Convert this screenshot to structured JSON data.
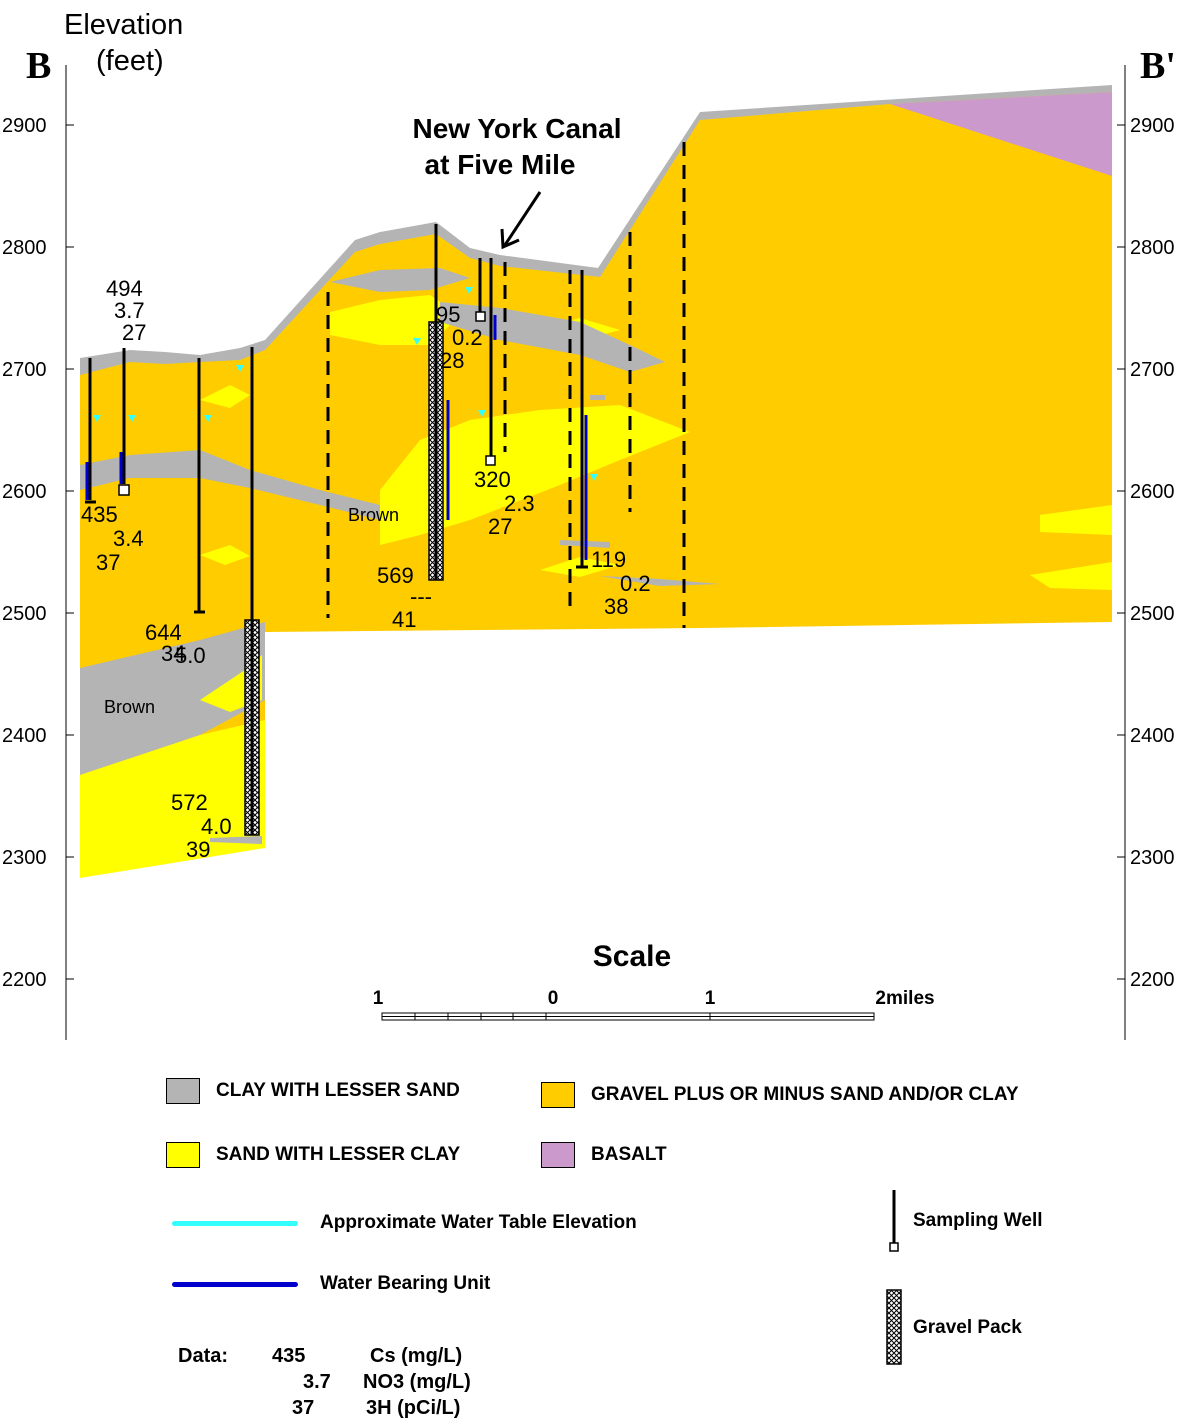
{
  "header": {
    "left_label": "B",
    "right_label": "B'",
    "axis_title_line1": "Elevation",
    "axis_title_line2": "(feet)"
  },
  "axis": {
    "ticks": [
      "2900",
      "2800",
      "2700",
      "2600",
      "2500",
      "2400",
      "2300",
      "2200"
    ]
  },
  "canal_label": {
    "line1": "New York Canal",
    "line2": "at Five Mile"
  },
  "unit_labels": [
    "Brown",
    "Brown"
  ],
  "wells": [
    {
      "cs": "494",
      "no3": "3.7",
      "h3": "27"
    },
    {
      "cs": "435",
      "no3": "3.4",
      "h3": "37"
    },
    {
      "cs": "644",
      "no3": "5.0",
      "h3": "34"
    },
    {
      "cs": "572",
      "no3": "4.0",
      "h3": "39"
    },
    {
      "cs": "95",
      "no3": "0.2",
      "h3": "28"
    },
    {
      "cs": "569",
      "no3": "---",
      "h3": "41"
    },
    {
      "cs": "320",
      "no3": "2.3",
      "h3": "27"
    },
    {
      "cs": "119",
      "no3": "0.2",
      "h3": "38"
    }
  ],
  "scale": {
    "title": "Scale",
    "labels": [
      "1",
      "0",
      "1",
      "2miles"
    ]
  },
  "legend": {
    "clay": "CLAY WITH LESSER SAND",
    "gravel": "GRAVEL PLUS OR MINUS SAND AND/OR CLAY",
    "sand": "SAND WITH LESSER CLAY",
    "basalt": "BASALT",
    "water_table": "Approximate Water Table Elevation",
    "water_bearing": "Water Bearing Unit",
    "sampling_well": "Sampling Well",
    "gravel_pack": "Gravel Pack",
    "data_label": "Data:",
    "data_rows": [
      {
        "value": "435",
        "param": "Cs (mg/L)"
      },
      {
        "value": "3.7",
        "param": "NO3 (mg/L)"
      },
      {
        "value": "37",
        "param": "3H (pCi/L)"
      }
    ]
  },
  "colors": {
    "clay": "#b4b4b4",
    "gravel": "#ffcc00",
    "sand": "#ffff00",
    "basalt": "#cc99cc",
    "water_table": "#33ffff",
    "water_bearing": "#0000cc"
  }
}
